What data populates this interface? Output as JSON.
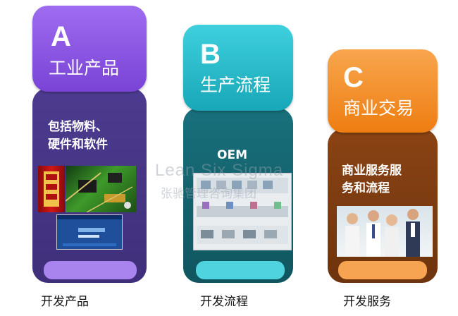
{
  "columns": [
    {
      "letter": "A",
      "title": "工业产品",
      "description_lines": [
        "包括物料、",
        "硬件和软件"
      ],
      "caption": "开发产品",
      "colors": {
        "header": "#8b55e3",
        "panel": "#4b3a8c",
        "accent": "#a984ee"
      }
    },
    {
      "letter": "B",
      "title": "生产流程",
      "description_lines": [
        "OEM"
      ],
      "caption": "开发流程",
      "colors": {
        "header": "#21b8c9",
        "panel": "#166d78",
        "accent": "#4fd3df"
      }
    },
    {
      "letter": "C",
      "title": "商业交易",
      "description_lines": [
        "商业服务服",
        "务和流程"
      ],
      "caption": "开发服务",
      "colors": {
        "header": "#f38a1f",
        "panel": "#8c4414",
        "accent": "#f6a452"
      }
    }
  ],
  "watermark": {
    "line1": "Lean Six Sigma",
    "line2": "张驰管理咨询集团"
  }
}
